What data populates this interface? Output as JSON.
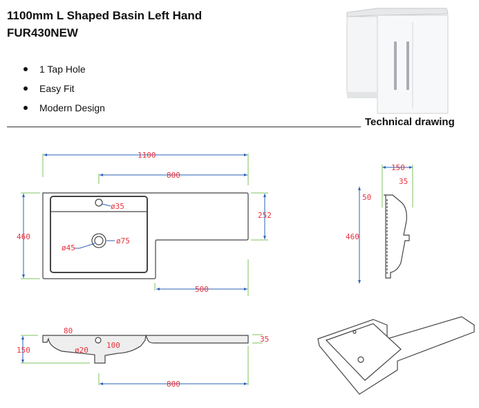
{
  "product": {
    "title": "1100mm L Shaped Basin Left Hand",
    "code": "FUR430NEW",
    "features": [
      "1 Tap Hole",
      "Easy Fit",
      "Modern Design"
    ]
  },
  "section_label": "Technical drawing",
  "colors": {
    "dimension_text": "#e8323c",
    "dimension_line": "#2a62b4",
    "extension_line": "#7cc35e"
  },
  "plan_view": {
    "overall_width": "1100",
    "tap_offset": "800",
    "depth": "460",
    "return_depth": "252",
    "return_width": "500",
    "tap_hole": "ø35",
    "waste_outer": "ø75",
    "waste_inner": "ø45"
  },
  "side_view": {
    "width": "150",
    "lip": "35",
    "rim": "50",
    "depth": "460"
  },
  "section_view": {
    "height": "150",
    "rim": "80",
    "overflow": "ø20",
    "bowl_depth": "100",
    "thickness": "35",
    "waste_offset": "800"
  }
}
